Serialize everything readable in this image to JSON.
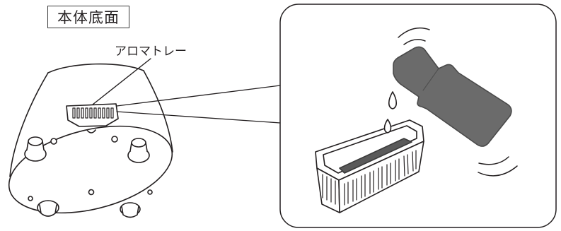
{
  "title": "本体底面",
  "callout_label": "アロマトレー",
  "colors": {
    "line": "#231f20",
    "bottle": "#6b6b6b",
    "oil": "#5a5a5a",
    "background": "#ffffff"
  },
  "icons": [
    "humidifier-base",
    "aroma-tray",
    "oil-bottle",
    "oil-drop",
    "shake-motion-arc"
  ]
}
